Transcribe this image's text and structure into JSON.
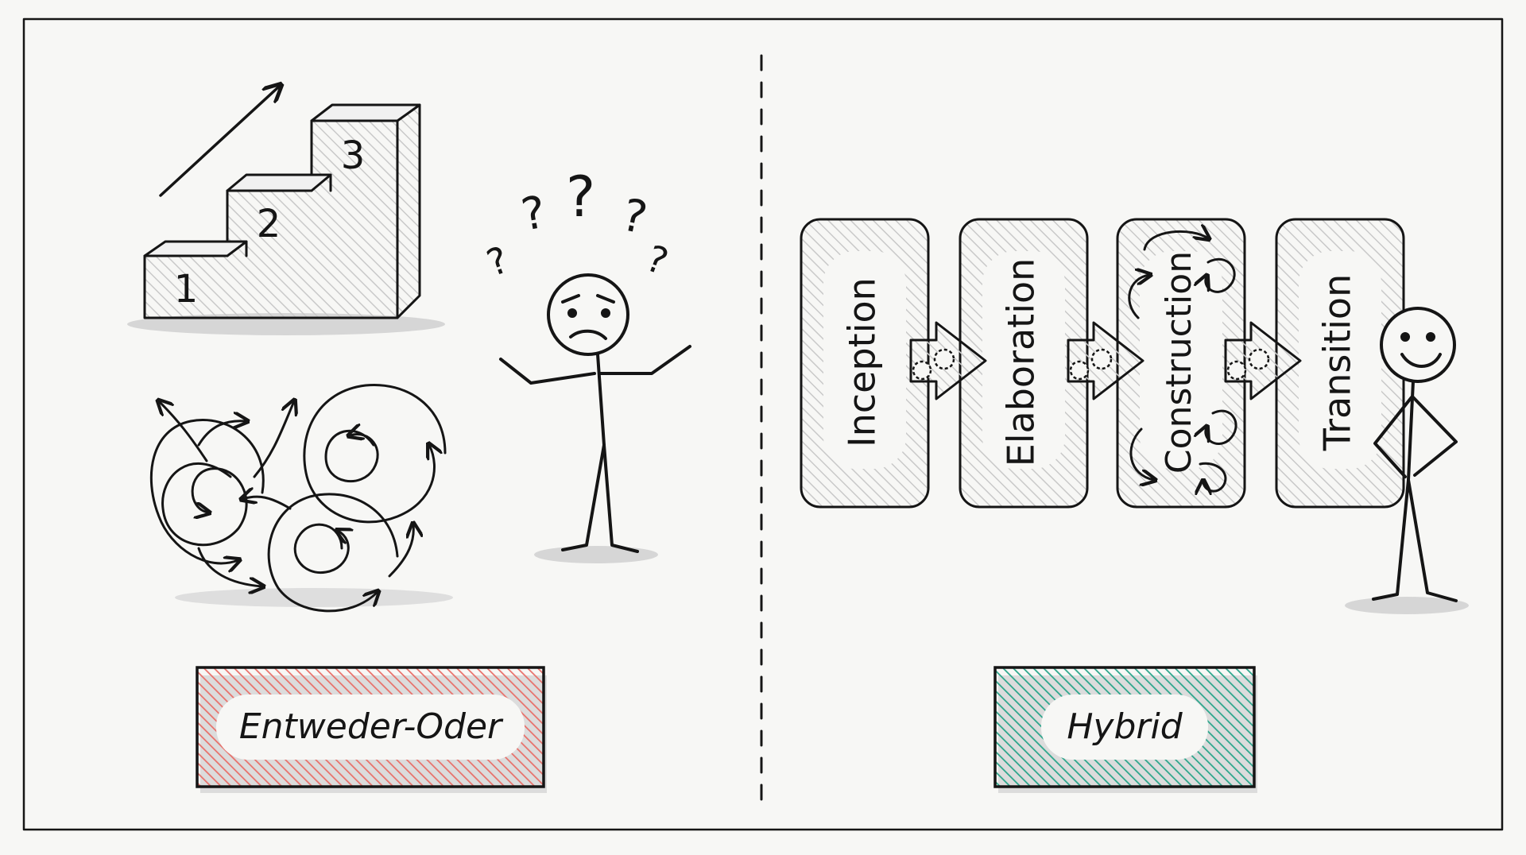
{
  "staircase": {
    "steps": [
      {
        "number": "1"
      },
      {
        "number": "2"
      },
      {
        "number": "3"
      }
    ]
  },
  "confused_person": {
    "question_marks": [
      "?",
      "?",
      "?",
      "?",
      "?"
    ]
  },
  "phases": [
    {
      "label": "Inception"
    },
    {
      "label": "Elaboration"
    },
    {
      "label": "Construction"
    },
    {
      "label": "Transition"
    }
  ],
  "labels": {
    "left": {
      "text": "Entweder-Oder",
      "color": "#e8706a"
    },
    "right": {
      "text": "Hybrid",
      "color": "#2aa58a"
    }
  },
  "colors": {
    "ink": "#151515",
    "hatch": "#c8c8c8",
    "shadow": "#d6d6d6",
    "paper": "#f7f7f5"
  }
}
